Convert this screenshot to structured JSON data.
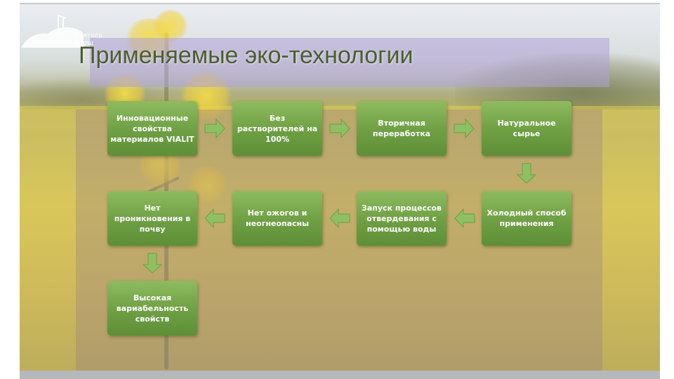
{
  "logo": {
    "text": "Святого\nБорщ"
  },
  "title": "Применяемые эко-технологии",
  "colors": {
    "box_fill": "#6e9f43",
    "arrow_fill": "#8fbf63",
    "title_text": "#4a5f2c"
  },
  "flow": {
    "steps": [
      "Инновационные свойства материалов VIALIT",
      "Без растворителей на 100%",
      "Вторичная переработка",
      "Натуральное сырье",
      "Холодный способ применения",
      "Запуск процессов отвердевания с помощью воды",
      "Нет ожогов и неогнеопасны",
      "Нет проникновения в почву",
      "Высокая вариабельность свойств"
    ]
  }
}
